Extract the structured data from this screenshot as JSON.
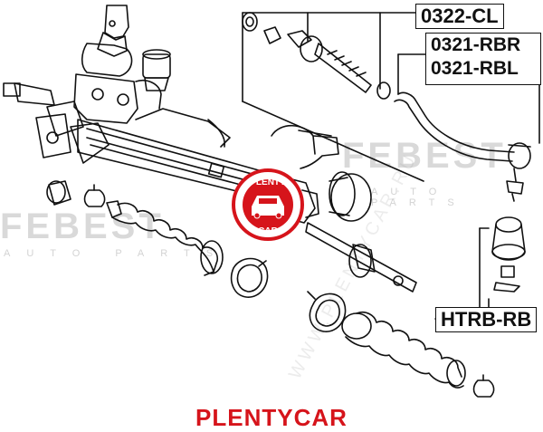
{
  "labels": {
    "top": "0322-CL",
    "right_rbr": "0321-RBR",
    "right_rbl": "0321-RBL",
    "bottom_right": "HTRB-RB"
  },
  "watermarks": {
    "left": "FEBEST",
    "left_sub": "AUTO PARTS",
    "right": "FEBEST",
    "right_sub": "AUTO PARTS",
    "diagonal": "WWW.PLENTYCAR.RU"
  },
  "logo": {
    "text_top": "PLENTY",
    "text_bottom": "CAR",
    "color": "#d6141b"
  },
  "brand_caption": "PLENTYCAR",
  "colors": {
    "line": "#111111",
    "brand": "#d6141b",
    "watermark": "#d9d9d9"
  }
}
